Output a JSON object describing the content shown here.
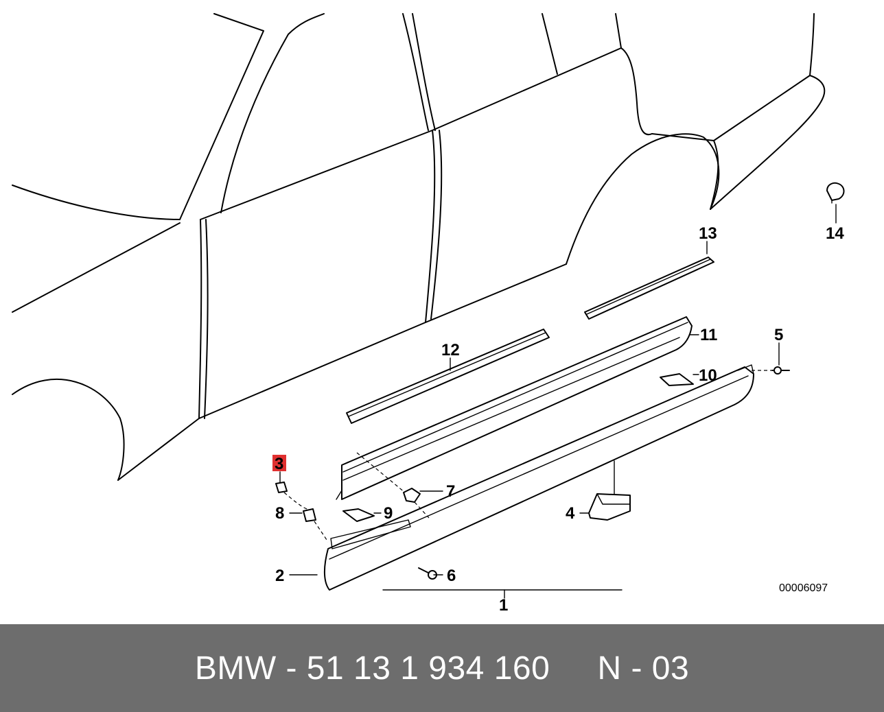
{
  "diagram": {
    "callouts": {
      "n1": "1",
      "n2": "2",
      "n3": "3",
      "n4": "4",
      "n5": "5",
      "n6": "6",
      "n7": "7",
      "n8": "8",
      "n9": "9",
      "n10": "10",
      "n11": "11",
      "n12": "12",
      "n13": "13",
      "n14": "14"
    },
    "highlight_color": "#e03030",
    "reference_code": "00006097"
  },
  "footer": {
    "text": "BMW - 51 13 1 934 160     N - 03",
    "background_color": "#6d6d6d"
  }
}
